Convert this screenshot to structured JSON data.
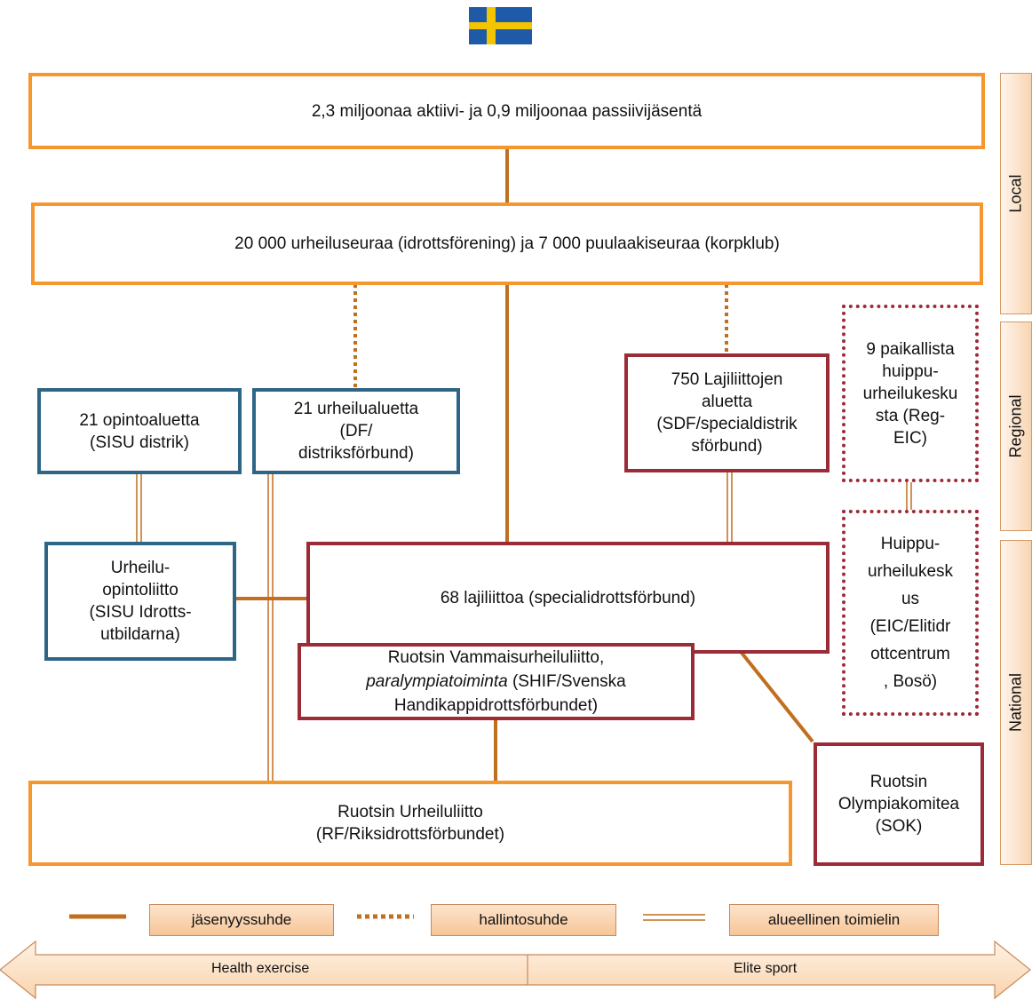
{
  "header": {
    "flag": "Sweden"
  },
  "nodes": {
    "members": "2,3 miljoonaa aktiivi- ja 0,9 miljoonaa passiivijäsentä",
    "clubs": "20 000 urheiluseuraa (idrottsförening) ja 7 000 puulaakiseuraa (korpklub)",
    "study_districts": [
      "21 opintoaluetta",
      "(SISU distrik)"
    ],
    "sport_districts": [
      "21 urheilualuetta",
      "(DF/",
      "distriksförbund)"
    ],
    "sdf": [
      "750 Lajiliittojen",
      "aluetta",
      "(SDF/specialdistrik",
      "sförbund)"
    ],
    "reg_eic": [
      "9 paikallista",
      "huippu-",
      "urheilukesku",
      "sta (Reg-",
      "EIC)"
    ],
    "sisu": [
      "Urheilu-",
      "opintoliitto",
      "(SISU Idrotts-",
      "utbildarna)"
    ],
    "federations": "68 lajiliittoa (specialidrottsförbund)",
    "shif": {
      "line1": "Ruotsin Vammaisurheiluliitto,",
      "line2_italic": "paralympiatoiminta",
      "line2_rest": " (SHIF/Svenska",
      "line3": "Handikappidrottsförbundet)"
    },
    "eic": [
      "Huippu-",
      "urheilukesk",
      "us",
      "(EIC/Elitidr",
      "ottcentrum",
      ", Bosö)"
    ],
    "rf": [
      "Ruotsin Urheiluliitto",
      "(RF/Riksidrottsförbundet)"
    ],
    "sok": [
      "Ruotsin",
      "Olympiakomitea",
      "(SOK)"
    ]
  },
  "levels": {
    "local": "Local",
    "regional": "Regional",
    "national": "National"
  },
  "legend": {
    "membership": "jäsenyyssuhde",
    "administrative": "hallintosuhde",
    "regional_body": "alueellinen toimielin"
  },
  "axis": {
    "left": "Health exercise",
    "right": "Elite sport"
  },
  "colors": {
    "orange": "#f5962e",
    "blue": "#2e6585",
    "red": "#9c2b38",
    "connector": "#c06f1e"
  }
}
